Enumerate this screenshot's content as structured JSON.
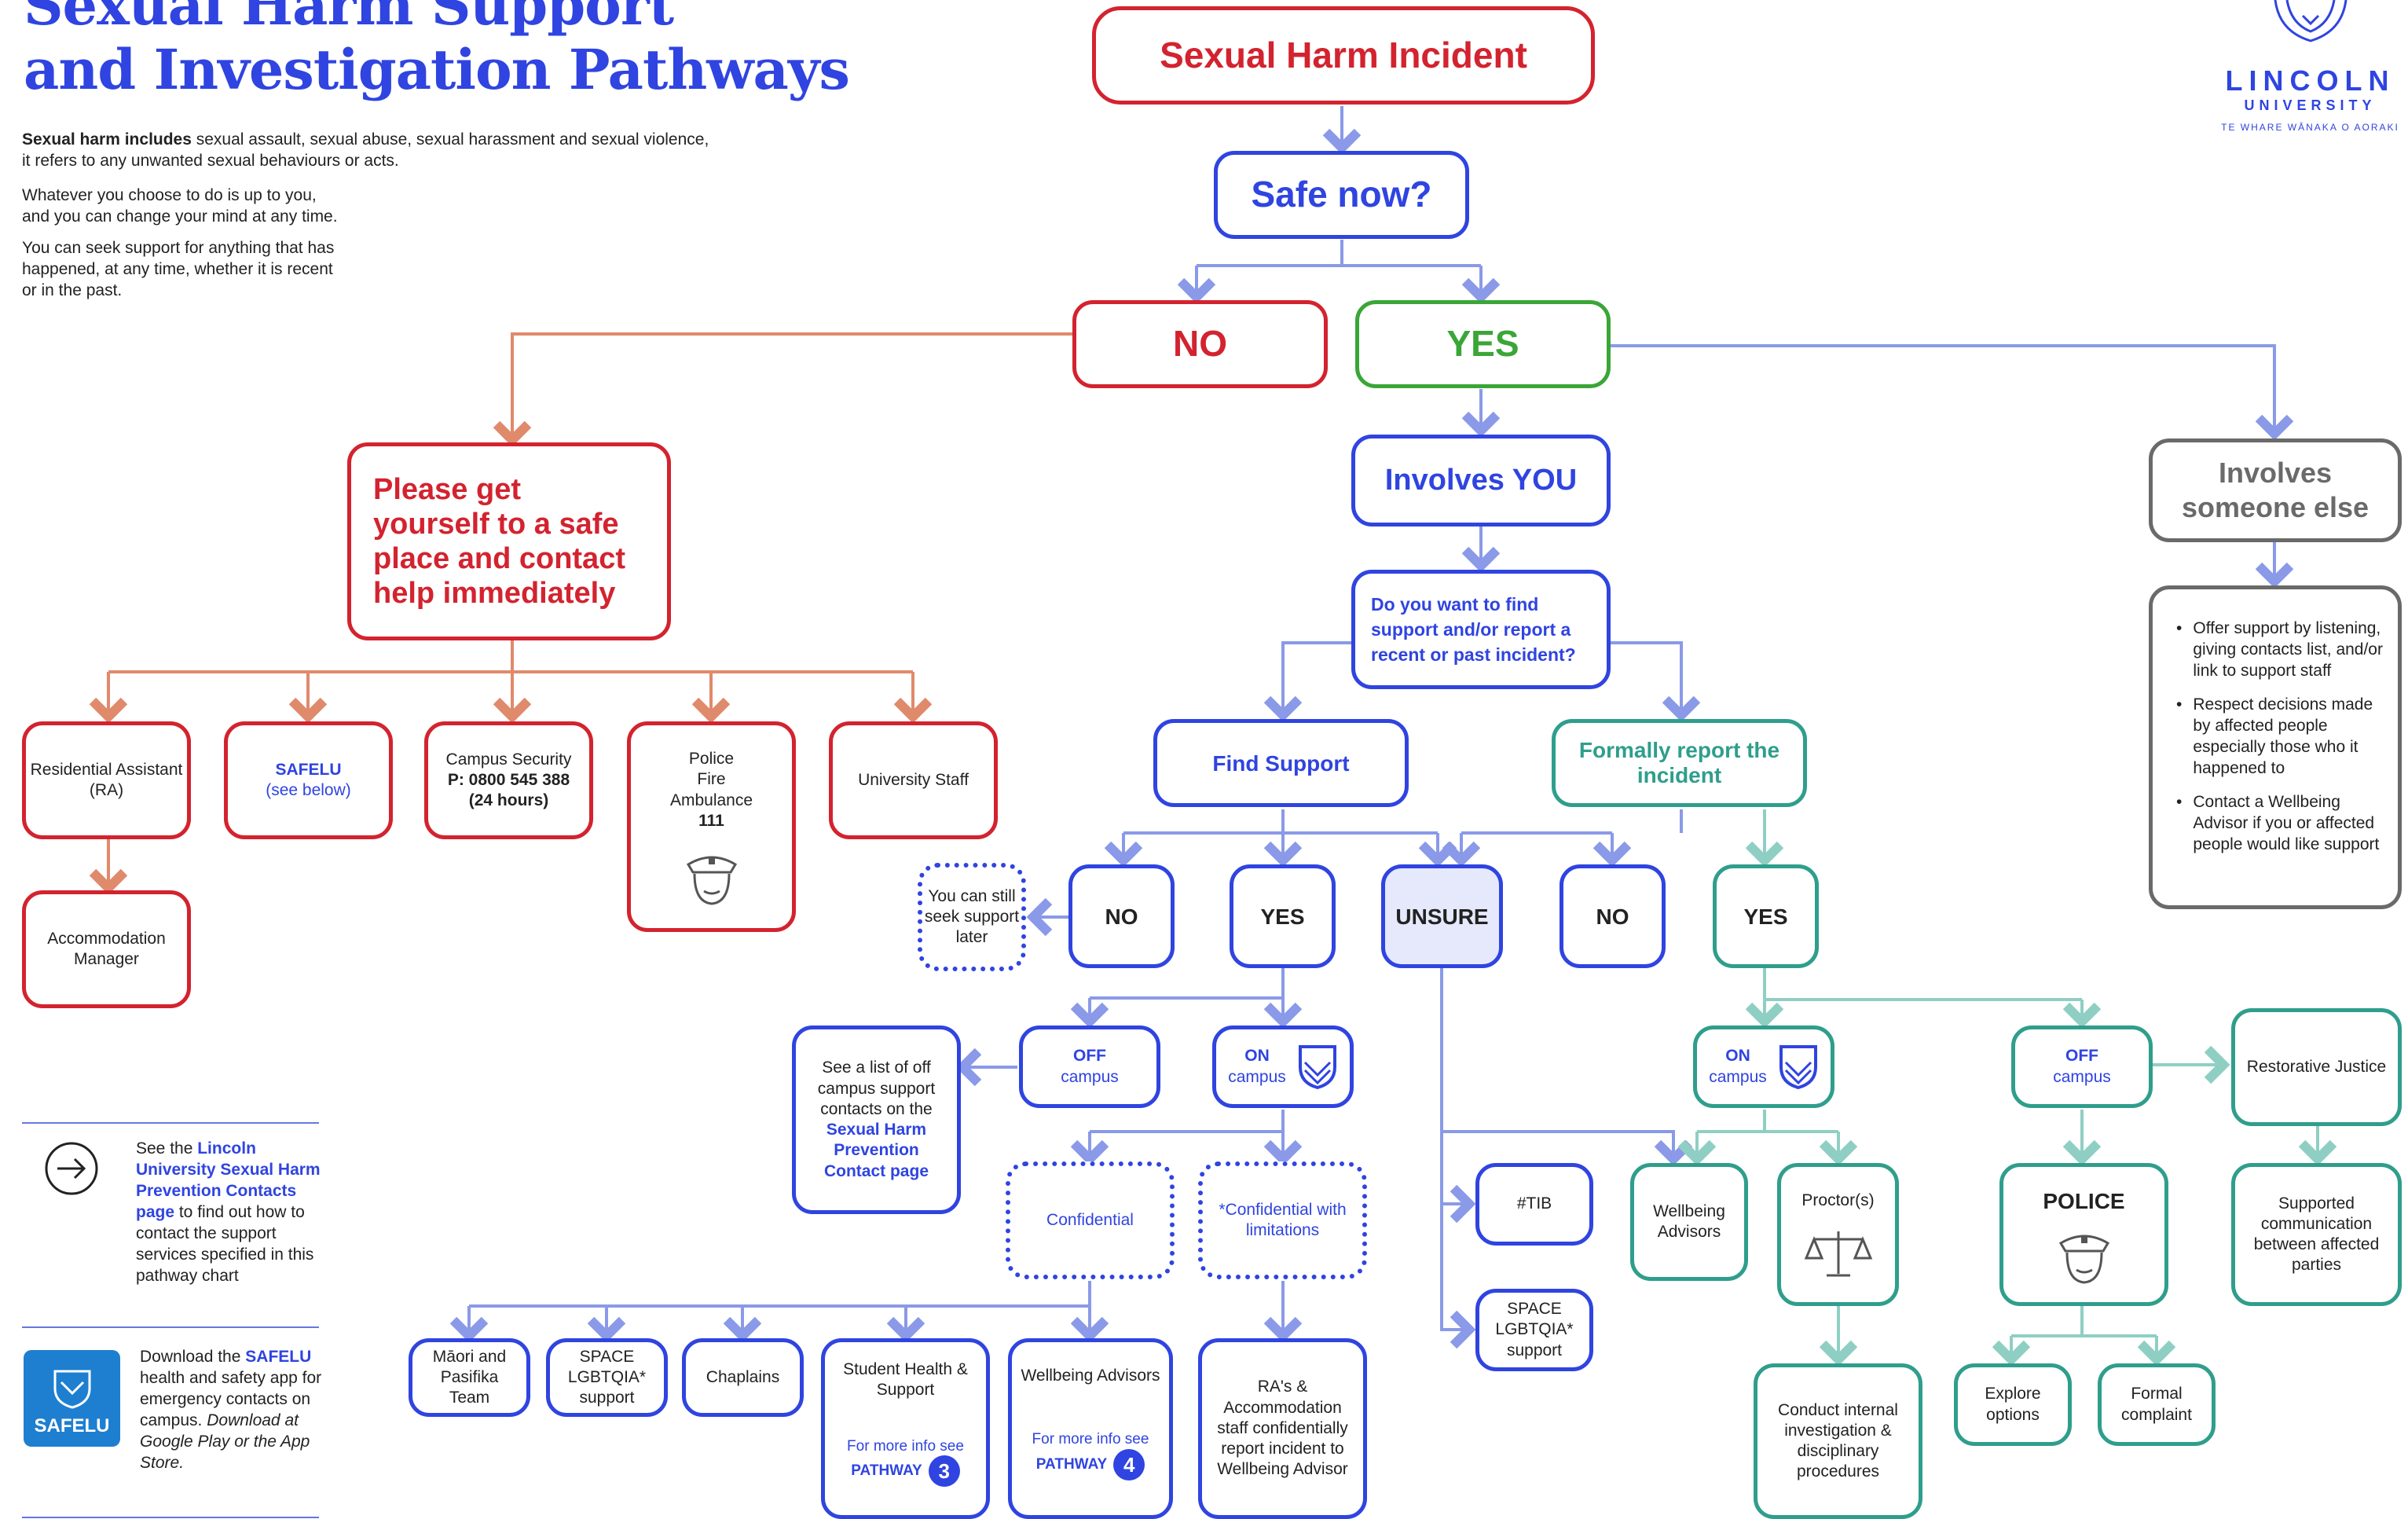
{
  "header": {
    "title_line1": "Sexual Harm Support",
    "title_line2": "and Investigation Pathways",
    "intro1_bold": "Sexual harm includes",
    "intro1_rest": " sexual assault, sexual abuse, sexual harassment and sexual violence,",
    "intro1_line2": "it refers to any unwanted sexual behaviours or acts.",
    "intro2_line1": "Whatever you choose to do is up to you,",
    "intro2_line2": "and you can change your mind at any time.",
    "intro3_line1": "You can seek support for anything that has",
    "intro3_line2": "happened, at any time, whether it is recent",
    "intro3_line3": "or in the past."
  },
  "logo": {
    "name": "LINCOLN",
    "sub": "UNIVERSITY",
    "tagline": "TE WHARE WĀNAKA O AORAKI",
    "crest": "crest-icon"
  },
  "flow": {
    "incident": "Sexual Harm Incident",
    "safe_now": "Safe now?",
    "no": "NO",
    "yes": "YES",
    "get_safe": "Please get yourself to a safe place and contact help immediately",
    "ra": "Residential Assistant (RA)",
    "acc_manager": "Accommodation Manager",
    "safelu": "SAFELU",
    "see_below": "(see below)",
    "campus_security": "Campus Security",
    "campus_phone": "P: 0800 545 388",
    "campus_hours": "(24 hours)",
    "police_fire": "Police",
    "fire": "Fire",
    "ambulance": "Ambulance",
    "emergency_number": "111",
    "uni_staff": "University Staff",
    "involves_you": "Involves YOU",
    "question": "Do you want to find support and/or report a recent or past incident?",
    "find_support": "Find Support",
    "formally_report": "Formally report the incident",
    "involves_else": "Involves someone else",
    "else_bullets": [
      "Offer support by listening, giving contacts list, and/or link to support staff",
      "Respect decisions made by affected people especially those who it happened to",
      "Contact a Wellbeing Advisor if you or affected people would like support"
    ],
    "fs_no": "NO",
    "fs_yes": "YES",
    "unsure": "UNSURE",
    "fr_no": "NO",
    "fr_yes": "YES",
    "seek_later": "You can still seek support later",
    "off": "OFF",
    "on": "ON",
    "campus": "campus",
    "off_list_1": "See a list of off campus support contacts on the",
    "off_list_link": "Sexual Harm Prevention Contact page",
    "confidential": "Confidential",
    "conf_limits": "*Confidential with limitations",
    "maori": "Māori and Pasifika Team",
    "space1": "SPACE LGBTQIA* support",
    "chaplains": "Chaplains",
    "student_health": "Student Health & Support",
    "wellbeing_adv1": "Wellbeing Advisors",
    "more_info": "For more info see",
    "pathway": "PATHWAY",
    "pathway3": "3",
    "pathway4": "4",
    "ras_staff": "RA's & Accommodation staff confidentially report incident to Wellbeing Advisor",
    "tib": "#TIB",
    "space2": "SPACE LGBTQIA* support",
    "wellbeing_adv2": "Wellbeing Advisors",
    "proctor": "Proctor(s)",
    "conduct": "Conduct internal investigation & disciplinary procedures",
    "police": "POLICE",
    "explore": "Explore options",
    "formal_complaint": "Formal complaint",
    "restorative": "Restorative Justice",
    "supported_comm": "Supported communication between affected parties"
  },
  "sidebar": {
    "see_the": "See the ",
    "link": "Lincoln University Sexual Harm Prevention Contacts page",
    "rest": " to find out how to contact the support services specified in this pathway chart",
    "download_the": "Download the ",
    "safelu": "SAFELU",
    "dl_rest": " health and safety app for emergency contacts on campus.",
    "dl_italic": "Download at Google Play or the App Store.",
    "app_label": "SAFELU"
  },
  "colors": {
    "red": "#d3232f",
    "blue": "#2f44e0",
    "teal": "#2f9e8c",
    "green": "#3aa637",
    "grey": "#6a6a6a",
    "salmon": "#e08a6c",
    "light_blue_line": "#8a9ae8",
    "light_teal_line": "#8fcfc3"
  }
}
